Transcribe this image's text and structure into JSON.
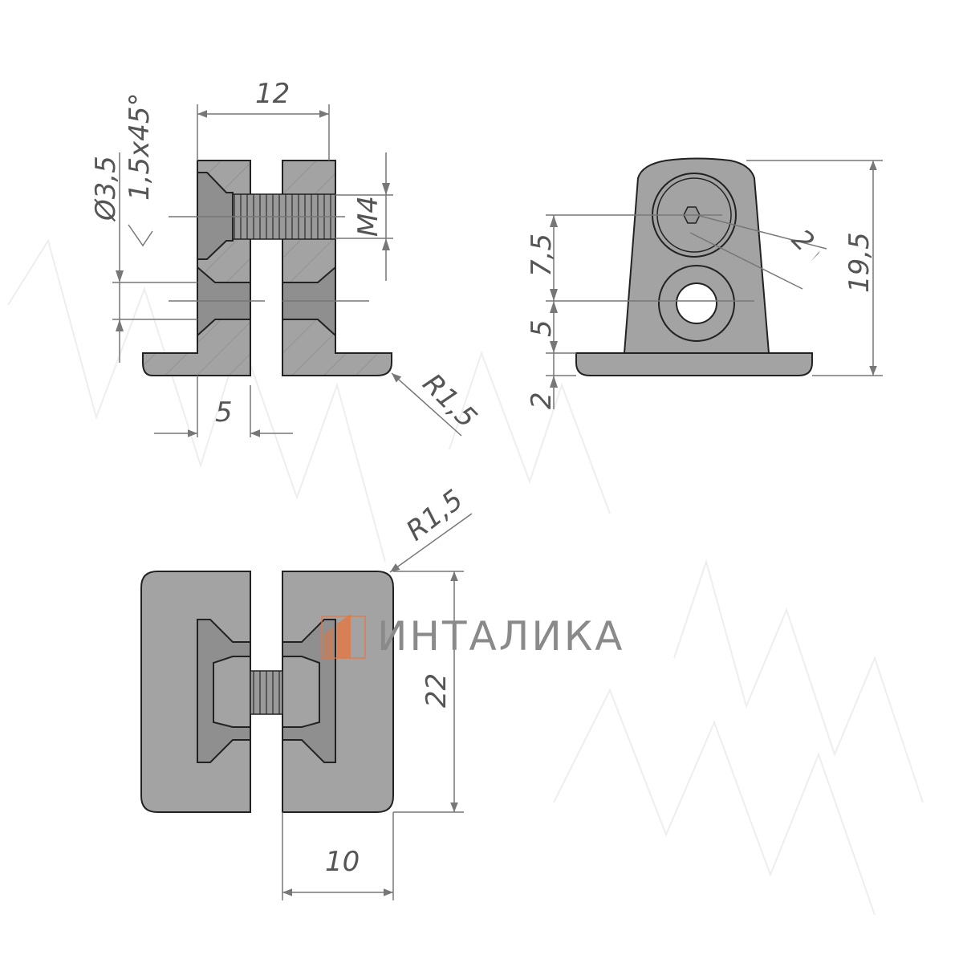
{
  "drawing": {
    "side_section": {
      "dims": {
        "width_total": "12",
        "thread": "M4",
        "hole_diameter": "Ø3,5",
        "chamfer": "1,5x45°",
        "wall": "5",
        "radius": "R1,5"
      }
    },
    "end_view": {
      "dims": {
        "h1": "7,5",
        "h2": "5",
        "h3": "2",
        "height_total": "19,5",
        "slot": "2"
      }
    },
    "plan_view": {
      "dims": {
        "radius": "R1,5",
        "height": "22",
        "width": "10"
      }
    }
  },
  "logo": {
    "text": "ИНТАЛИКА",
    "accent_color": "#e8743b"
  },
  "colors": {
    "part_fill": "#a3a3a3",
    "outline": "#222222",
    "dimension": "#777777"
  }
}
